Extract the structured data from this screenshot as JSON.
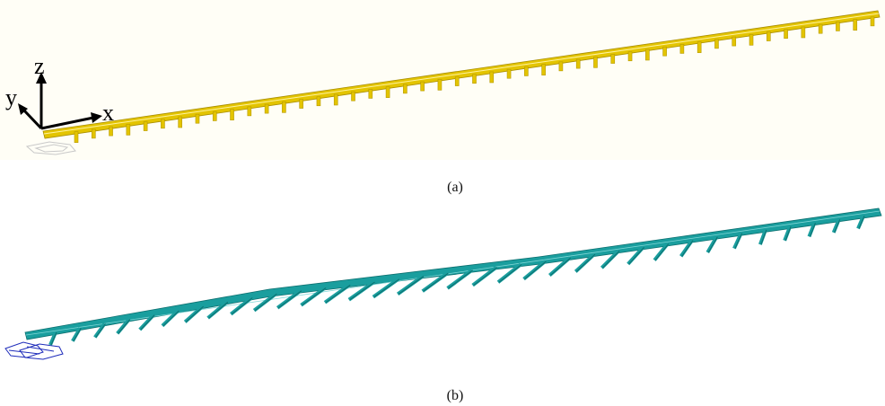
{
  "figure": {
    "panel_a": {
      "caption": "(a)",
      "axes": {
        "x": "x",
        "y": "y",
        "z": "z"
      },
      "colors": {
        "deck": "#e3c400",
        "deck_dark": "#b79a00",
        "background": "#fffef6",
        "base_outline": "#c9c9c9"
      },
      "pier_count": 47
    },
    "panel_b": {
      "caption": "(b)",
      "colors": {
        "deck": "#1a9e9e",
        "deck_dark": "#0c6f6f",
        "base_outline": "#1f2dbb"
      },
      "pier_count": 34
    }
  }
}
